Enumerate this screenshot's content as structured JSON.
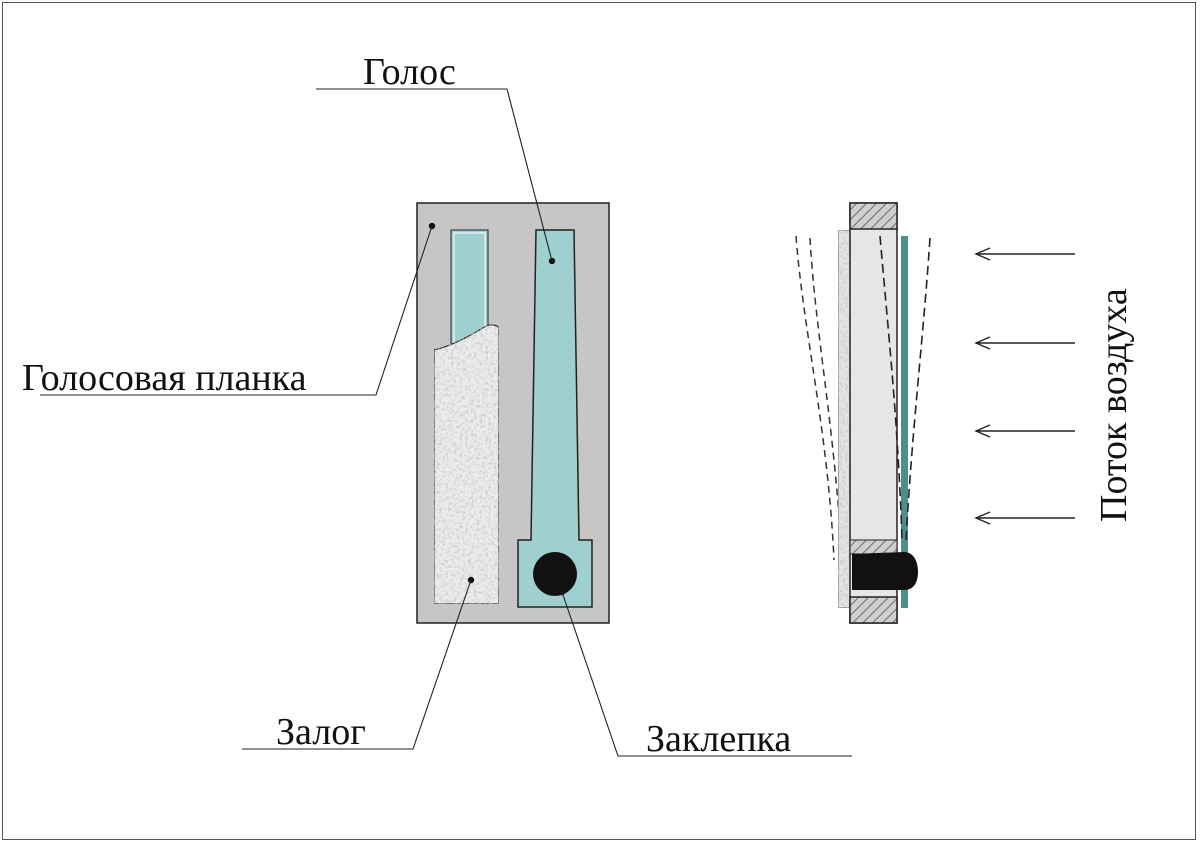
{
  "labels": {
    "reed": "Голос",
    "reed_plate": "Голосовая планка",
    "valve": "Залог",
    "rivet": "Заклепка",
    "airflow": "Поток воздуха"
  },
  "colors": {
    "plate": "#c6c6c6",
    "reed": "#9fcfcf",
    "reed_side": "#4f8f8a",
    "valve": "#ececec",
    "rivet": "#111111",
    "line": "#222222",
    "hatch": "#6b6b6b"
  }
}
